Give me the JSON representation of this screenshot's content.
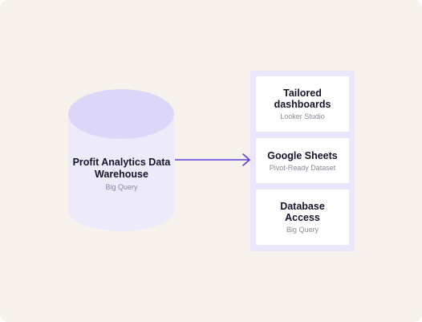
{
  "warehouse": {
    "title": "Profit Analytics Data Warehouse",
    "subtitle": "Big Query"
  },
  "outputs": [
    {
      "title": "Tailored dashboards",
      "subtitle": "Looker Studio"
    },
    {
      "title": "Google Sheets",
      "subtitle": "Pivot-Ready Dataset"
    },
    {
      "title": "Database Access",
      "subtitle": "Big Query"
    }
  ],
  "colors": {
    "background": "#f7f3ec",
    "cylinder_body": "#edeafb",
    "cylinder_top": "#dcd7f8",
    "arrow": "#5b3fe0",
    "panel": "#eae6fb"
  }
}
